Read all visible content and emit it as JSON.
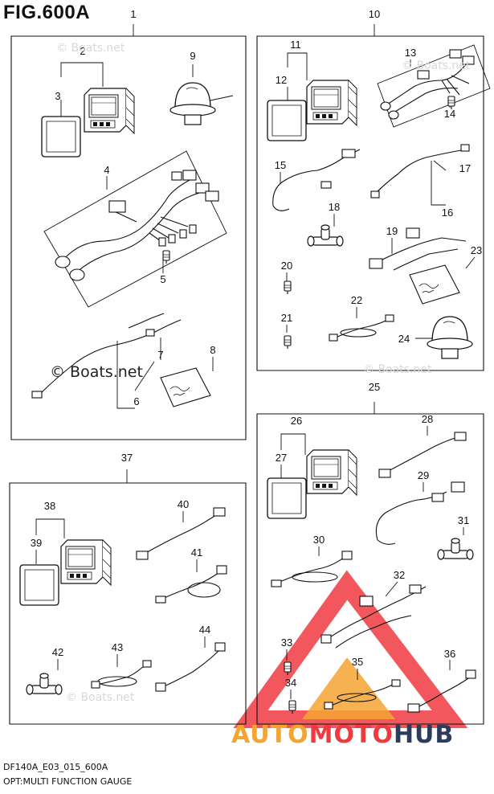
{
  "figure": {
    "title": "FIG.600A",
    "code": "DF140A_E03_015_600A",
    "caption": "OPT:MULTI FUNCTION GAUGE"
  },
  "watermarks": {
    "boats": "© Boats.net",
    "brand_a": "AUTO",
    "brand_b": "MOTO",
    "brand_c": "HUB"
  },
  "callouts": {
    "n1": "1",
    "n2": "2",
    "n3": "3",
    "n4": "4",
    "n5": "5",
    "n6": "6",
    "n7": "7",
    "n8": "8",
    "n9": "9",
    "n10": "10",
    "n11": "11",
    "n12": "12",
    "n13": "13",
    "n14": "14",
    "n15": "15",
    "n16": "16",
    "n17": "17",
    "n18": "18",
    "n19": "19",
    "n20": "20",
    "n21": "21",
    "n22": "22",
    "n23": "23",
    "n24": "24",
    "n25": "25",
    "n26": "26",
    "n27": "27",
    "n28": "28",
    "n29": "29",
    "n30": "30",
    "n31": "31",
    "n32": "32",
    "n33": "33",
    "n34": "34",
    "n35": "35",
    "n36": "36",
    "n37": "37",
    "n38": "38",
    "n39": "39",
    "n40": "40",
    "n41": "41",
    "n42": "42",
    "n43": "43",
    "n44": "44"
  },
  "colors": {
    "brand_orange": "#f4a531",
    "brand_red": "#ef3a3f",
    "brand_navy": "#2b3d5c",
    "line": "#111111"
  }
}
